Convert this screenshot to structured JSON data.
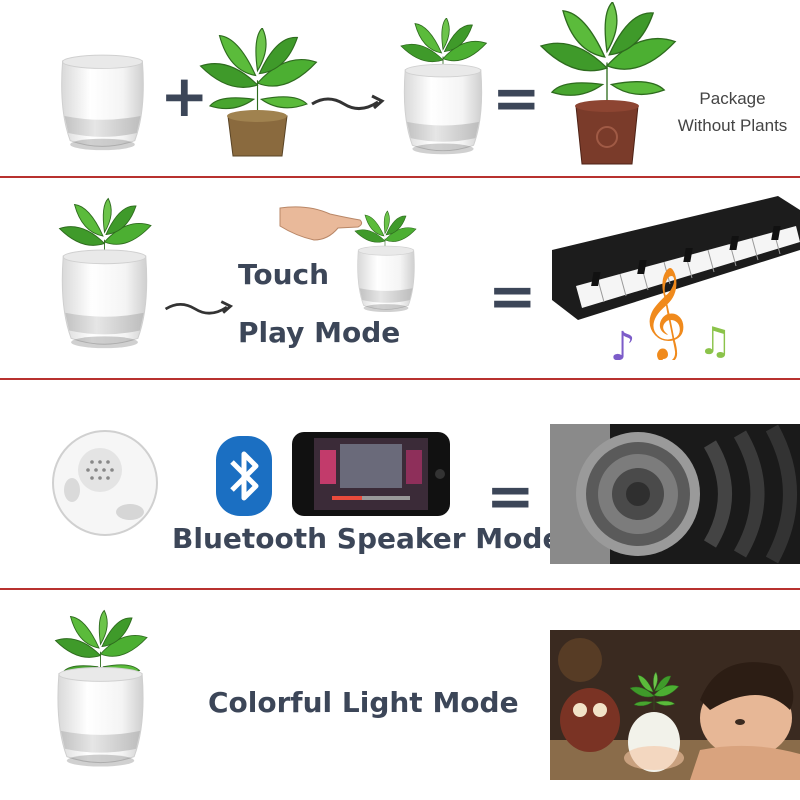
{
  "colors": {
    "divider": "#b8312f",
    "text": "#3c4658",
    "leaf": "#3f9a2a",
    "pot": "#f2f2f2",
    "pot_band": "#d4d4d4"
  },
  "row1": {
    "plus": "+",
    "equals": "=",
    "package_line1": "Package",
    "package_line2": "Without Plants"
  },
  "row2": {
    "touch": "Touch",
    "play_mode": "Play Mode",
    "equals": "="
  },
  "row3": {
    "label": "Bluetooth Speaker Mode",
    "equals": "="
  },
  "row4": {
    "label": "Colorful Light Mode"
  }
}
